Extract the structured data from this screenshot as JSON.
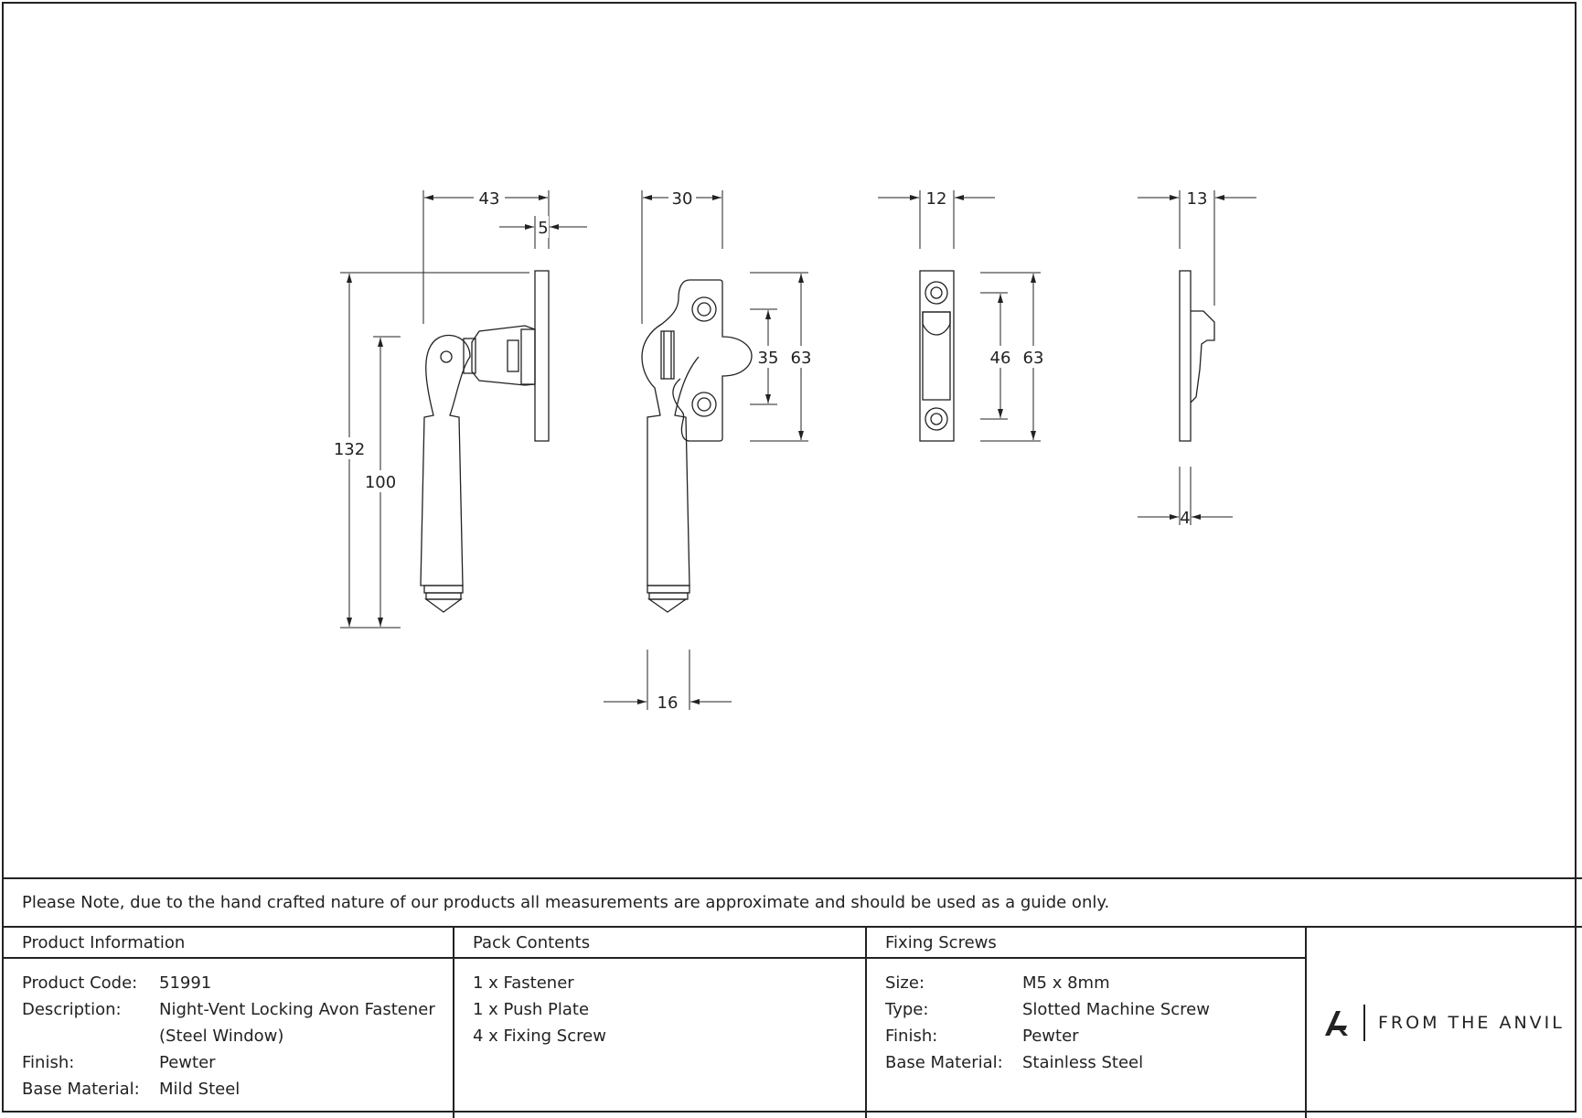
{
  "dimensions": {
    "d43": "43",
    "d5": "5",
    "d132": "132",
    "d100": "100",
    "d30": "30",
    "d35": "35",
    "d63a": "63",
    "d16": "16",
    "d12": "12",
    "d46": "46",
    "d63b": "63",
    "d13": "13",
    "d4": "4"
  },
  "note": "Please Note, due to the hand crafted nature of our products all measurements are approximate and should be used as a guide only.",
  "product_info": {
    "heading": "Product Information",
    "rows": [
      {
        "k": "Product Code:",
        "v": "51991"
      },
      {
        "k": "Description:",
        "v": "Night-Vent Locking Avon Fastener"
      },
      {
        "k": "",
        "v": "(Steel Window)"
      },
      {
        "k": "Finish:",
        "v": "Pewter"
      },
      {
        "k": "Base Material:",
        "v": "Mild Steel"
      }
    ]
  },
  "pack_contents": {
    "heading": "Pack Contents",
    "items": [
      "1 x Fastener",
      "1 x Push Plate",
      "4 x Fixing Screw"
    ]
  },
  "fixing_screws": {
    "heading": "Fixing Screws",
    "rows": [
      {
        "k": "Size:",
        "v": "M5 x 8mm"
      },
      {
        "k": "Type:",
        "v": "Slotted Machine Screw"
      },
      {
        "k": "Finish:",
        "v": "Pewter"
      },
      {
        "k": "Base Material:",
        "v": "Stainless Steel"
      }
    ]
  },
  "brand": {
    "name": "FROM THE ANVIL",
    "logo_icon": "anvil-a-logo-icon"
  }
}
